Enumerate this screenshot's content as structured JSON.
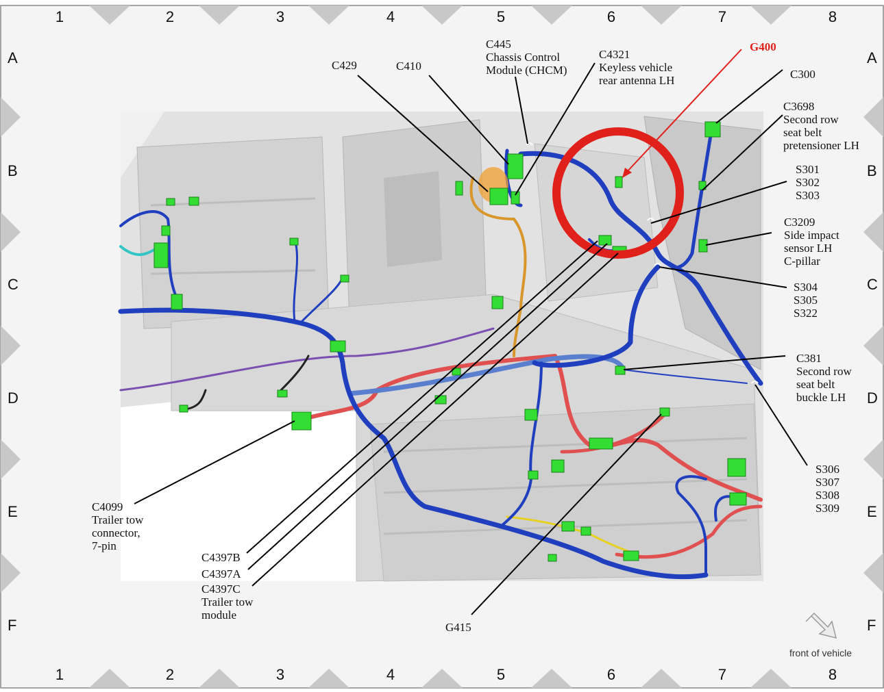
{
  "grid": {
    "columns": [
      "1",
      "2",
      "3",
      "4",
      "5",
      "6",
      "7",
      "8"
    ],
    "rows": [
      "A",
      "B",
      "C",
      "D",
      "E",
      "F"
    ]
  },
  "labels": {
    "c429": [
      "C429"
    ],
    "c410": [
      "C410"
    ],
    "c445": [
      "C445",
      "Chassis Control",
      "Module (CHCM)"
    ],
    "c4321": [
      "C4321",
      "Keyless vehicle",
      "rear antenna LH"
    ],
    "g400": [
      "G400"
    ],
    "c300": [
      "C300"
    ],
    "c3698": [
      "C3698",
      "Second row",
      "seat belt",
      "pretensioner LH"
    ],
    "s301": [
      "S301",
      "S302",
      "S303"
    ],
    "c3209": [
      "C3209",
      "Side impact",
      "sensor LH",
      "C-pillar"
    ],
    "s304": [
      "S304",
      "S305",
      "S322"
    ],
    "c381": [
      "C381",
      "Second row",
      "seat belt",
      "buckle LH"
    ],
    "s306": [
      "S306",
      "S307",
      "S308",
      "S309"
    ],
    "c4099": [
      "C4099",
      "Trailer tow",
      "connector,",
      "7-pin"
    ],
    "c4397b": [
      "C4397B"
    ],
    "c4397a": [
      "C4397A"
    ],
    "c4397c": [
      "C4397C",
      "Trailer tow",
      "module"
    ],
    "g415": [
      "G415"
    ]
  },
  "footer": {
    "front_label": "front of vehicle"
  },
  "colors": {
    "harness_main": "#1f3fbf",
    "harness_red": "#e05050",
    "harness_orange": "#d9962b",
    "harness_purple": "#7b4fb0",
    "connector": "#33dd33",
    "highlight": "#e0201b"
  }
}
